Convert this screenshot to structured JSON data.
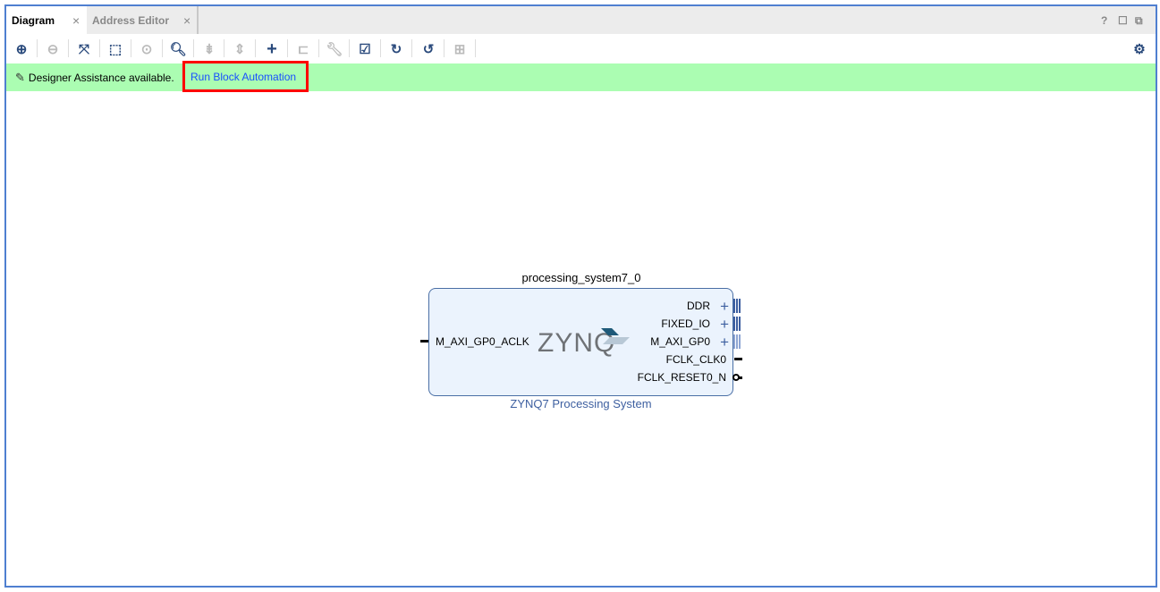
{
  "tabs": [
    {
      "label": "Diagram",
      "active": true
    },
    {
      "label": "Address Editor",
      "active": false
    }
  ],
  "tab_close": "×",
  "window_buttons": {
    "help": "?",
    "maximize": "☐",
    "float": "⧉"
  },
  "toolbar": {
    "icons": [
      "zoom-in",
      "zoom-out",
      "zoom-fit",
      "zoom-selection",
      "center",
      "search",
      "collapse",
      "expand",
      "add-ip",
      "make-external",
      "properties",
      "validate",
      "regenerate",
      "route",
      "ports"
    ],
    "settings": "⚙"
  },
  "assist": {
    "text": "Designer Assistance available.",
    "link": "Run Block Automation",
    "pin": "✎"
  },
  "block": {
    "instance": "processing_system7_0",
    "subtitle": "ZYNQ7 Processing System",
    "logo": "ZYNQ",
    "inputs": [
      "M_AXI_GP0_ACLK"
    ],
    "outputs": [
      "DDR",
      "FIXED_IO",
      "M_AXI_GP0",
      "FCLK_CLK0",
      "FCLK_RESET0_N"
    ]
  }
}
